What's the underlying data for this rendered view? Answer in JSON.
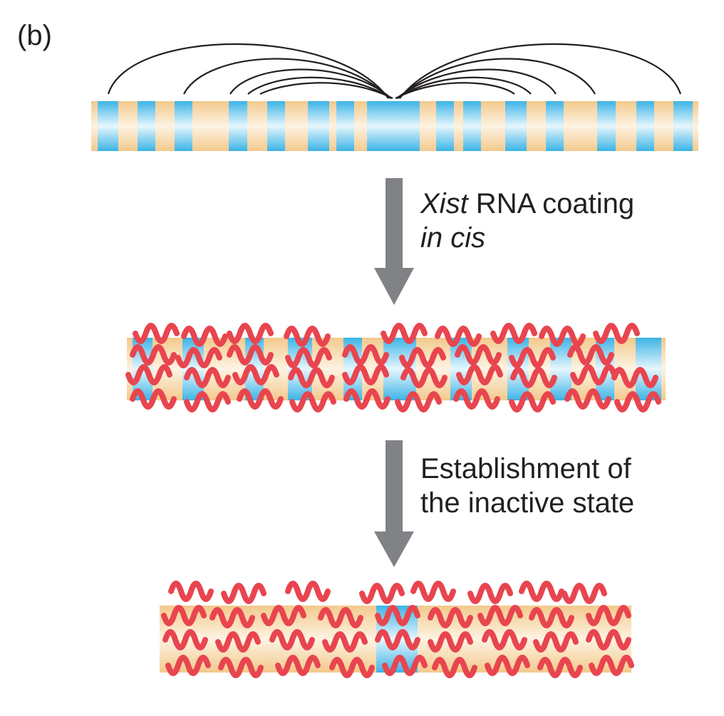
{
  "panel_label": "(b)",
  "step1": {
    "gene": "Xist",
    "rest": " RNA coating",
    "line2": "in cis"
  },
  "step2": {
    "line1": "Establishment of",
    "line2": "the inactive state"
  },
  "colors": {
    "band_blue": "#3cb4e6",
    "band_tan": "#f3c98c",
    "rna_red": "#e8454f",
    "arrow_gray": "#808285",
    "loop_black": "#231f20"
  },
  "icons": {
    "chromosome": "banded-chromosome",
    "arrow": "down-arrow",
    "rna": "wavy-rna-strand"
  }
}
